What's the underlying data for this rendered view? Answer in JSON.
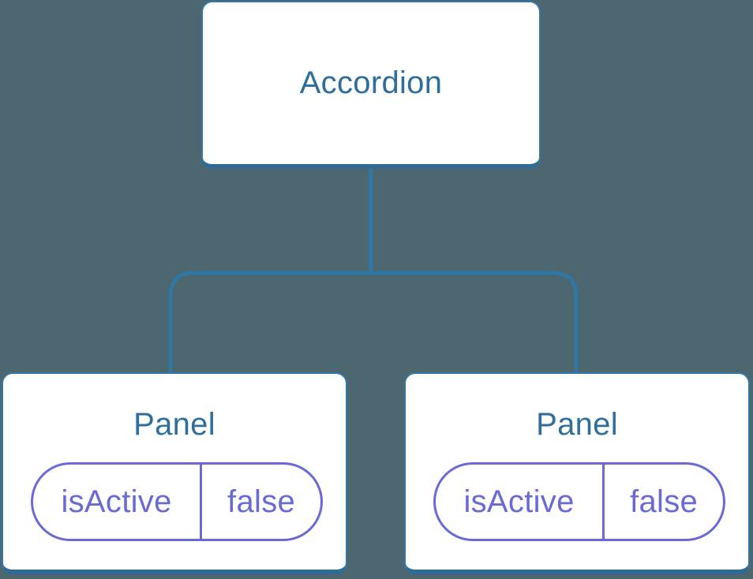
{
  "diagram": {
    "type": "component-tree",
    "tree": {
      "root": {
        "label": "Accordion"
      },
      "children": [
        {
          "label": "Panel",
          "state": {
            "key": "isActive",
            "value": "false"
          }
        },
        {
          "label": "Panel",
          "state": {
            "key": "isActive",
            "value": "false"
          }
        }
      ]
    }
  },
  "palette": {
    "bg": "#4D6771",
    "box_fill": "#FFFFFF",
    "box_border": "#3277A5",
    "box_border_bottom": "#2F6B94",
    "connector": "#2E78A8",
    "title_text": "#2F6E9C",
    "state_accent": "#6969D8"
  }
}
